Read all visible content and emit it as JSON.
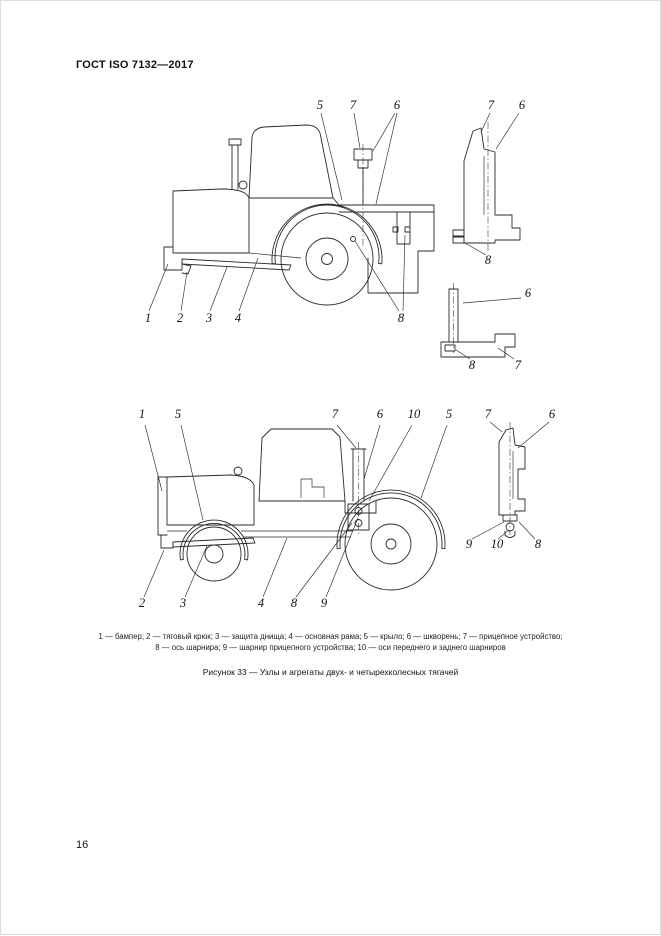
{
  "page": {
    "header": "ГОСТ ISO 7132—2017",
    "page_number": "16"
  },
  "figure": {
    "legend": {
      "line1": "1 — бампер; 2 — тяговый крюк; 3 — защита днища; 4 — основная рама; 5 — крыло; 6 — шкворень; 7 — прицепное устройство;",
      "line2": "8 — ось шарнира; 9 — шарнир прицепного устройства; 10 — оси переднего и заднего шарниров"
    },
    "caption": "Рисунок 33 — Узлы и агрегаты двух- и четырехколесных тягачей"
  },
  "diagrams": {
    "upper_tractor": {
      "callouts": [
        "5",
        "7",
        "6",
        "1",
        "2",
        "3",
        "4",
        "8"
      ]
    },
    "upper_detail_top": {
      "callouts": [
        "7",
        "6",
        "8"
      ]
    },
    "upper_detail_bottom": {
      "callouts": [
        "6",
        "8",
        "7"
      ]
    },
    "lower_tractor": {
      "callouts": [
        "1",
        "5",
        "7",
        "6",
        "10",
        "5",
        "2",
        "3",
        "4",
        "8",
        "9"
      ]
    },
    "lower_detail": {
      "callouts": [
        "7",
        "6",
        "9",
        "10",
        "8"
      ]
    }
  }
}
